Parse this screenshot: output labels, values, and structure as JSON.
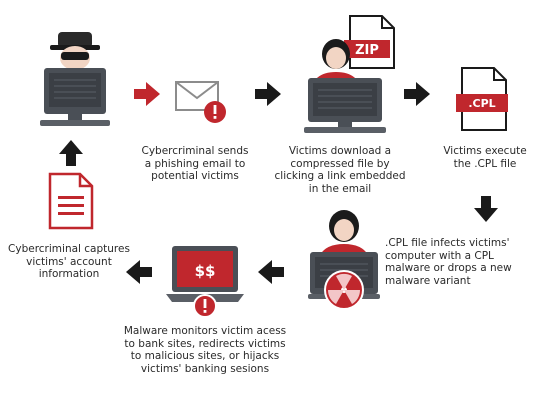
{
  "steps": {
    "email": {
      "lines": [
        "Cybercriminal sends",
        "a phishing email to",
        "potential victims"
      ]
    },
    "download": {
      "lines": [
        "Victims download a",
        "compressed file by",
        "clicking a link embedded",
        "in the email"
      ],
      "file_label": "ZIP"
    },
    "execute": {
      "lines": [
        "Victims execute",
        "the .CPL file"
      ],
      "file_label": ".CPL"
    },
    "infect": {
      "lines": [
        ".CPL file infects victims'",
        "computer with a CPL",
        "malware or drops a new",
        "malware variant"
      ]
    },
    "monitor": {
      "lines": [
        "Malware monitors victim acess",
        "to bank sites, redirects victims",
        "to malicious sites, or hijacks",
        "victims' banking sesions"
      ],
      "screen_label": "$$"
    },
    "capture": {
      "lines": [
        "Cybercriminal captures",
        "victims' account",
        "information"
      ]
    }
  },
  "colors": {
    "accent": "#c0272d",
    "dark": "#1a1a1a",
    "monitor": "#4a4f56",
    "screen": "#3b3f45",
    "skin": "#f2d5c4",
    "hair": "#1b1b1b",
    "paper": "#f7f7f7"
  }
}
